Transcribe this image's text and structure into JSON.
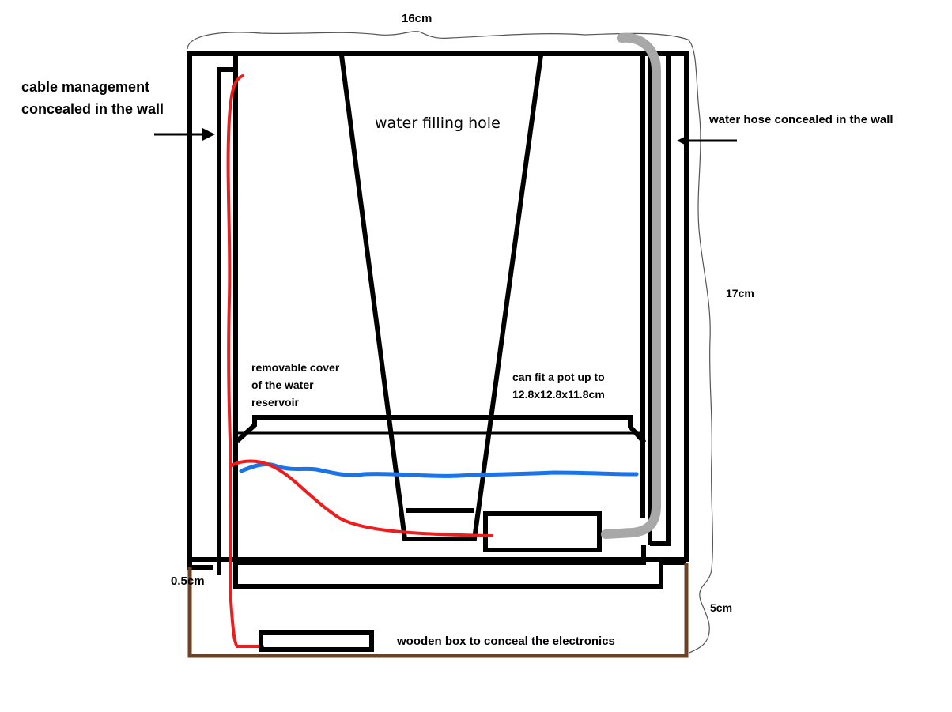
{
  "labels": {
    "width_dim": "16cm",
    "height_dim": "17cm",
    "base_dim": "5cm",
    "wall_dim": "0.5cm",
    "cable_line1": "cable management",
    "cable_line2": "concealed in the wall",
    "hose": "water hose concealed in the wall",
    "filling_hole": "water filling hole",
    "cover_line1": "removable cover",
    "cover_line2": "of the water",
    "cover_line3": "reservoir",
    "pot_line1": "can fit a pot up to",
    "pot_line2": "12.8x12.8x11.8cm",
    "wooden_box": "wooden box to conceal the electronics"
  },
  "colors": {
    "outline": "#000000",
    "cable": "#ee1c1c",
    "water": "#1a73e8",
    "hose": "#a8a8a8",
    "wood": "#6b4226",
    "sketch": "#555555"
  }
}
